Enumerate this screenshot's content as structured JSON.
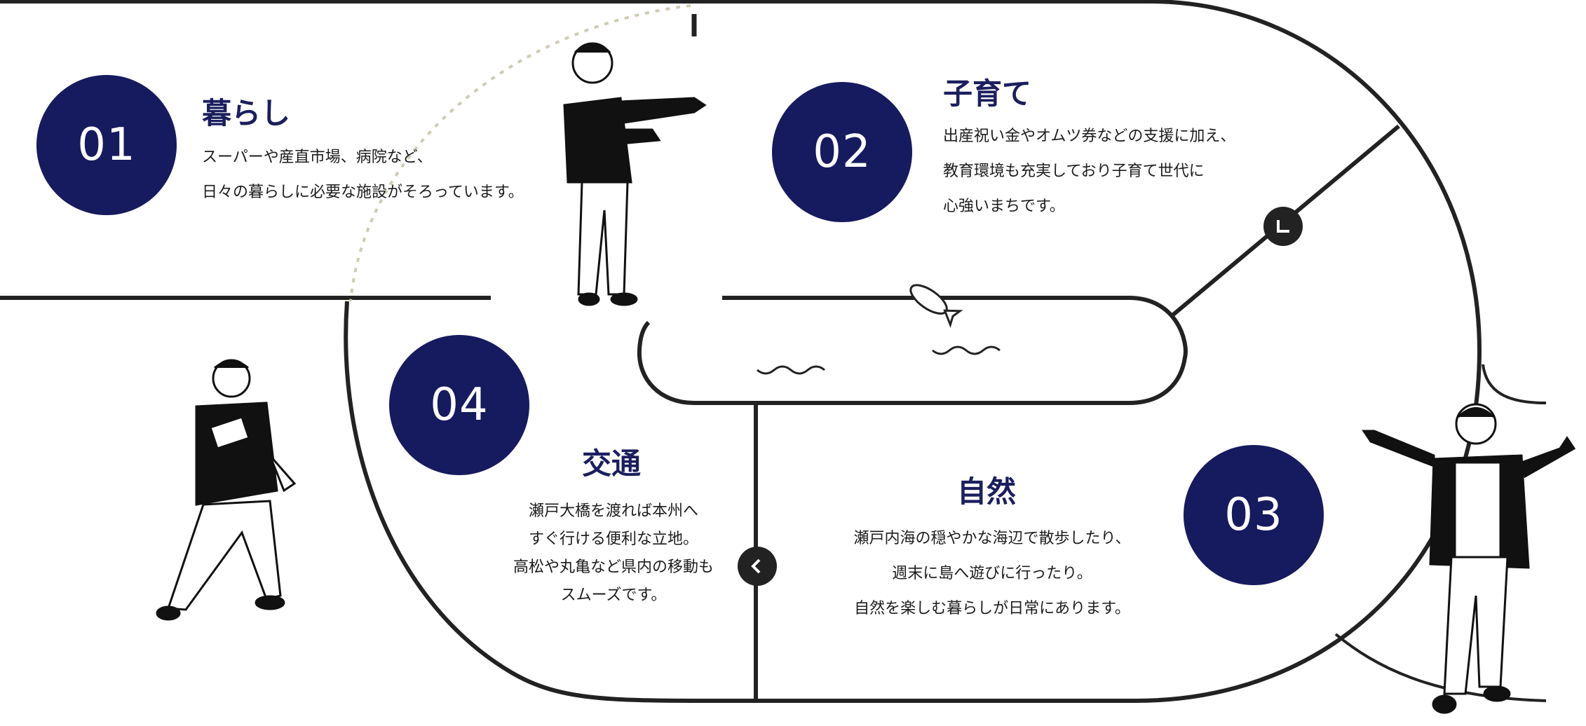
{
  "items": [
    {
      "number": "01",
      "title": "暮らし",
      "lines": [
        "スーパーや産直市場、病院など、",
        "日々の暮らしに必要な施設がそろっています。"
      ]
    },
    {
      "number": "02",
      "title": "子育て",
      "lines": [
        "出産祝い金やオムツ券などの支援に加え、",
        "教育環境も充実しており子育て世代に",
        "心強いまちです。"
      ]
    },
    {
      "number": "03",
      "title": "自然",
      "lines": [
        "瀬戸内海の穏やかな海辺で散歩したり、",
        "週末に島へ遊びに行ったり。",
        "自然を楽しむ暮らしが日常にあります。"
      ]
    },
    {
      "number": "04",
      "title": "交通",
      "lines": [
        "瀬戸大橋を渡れば本州へ",
        "すぐ行ける便利な立地。",
        "高松や丸亀など県内の移動も",
        "スムーズです。"
      ]
    }
  ],
  "nav": {
    "prev_icon": "chevron-left-icon",
    "next_icon": "corner-arrow-icon"
  },
  "colors": {
    "accent": "#161a5e",
    "line": "#222222",
    "dotted": "#cfcbb5"
  }
}
